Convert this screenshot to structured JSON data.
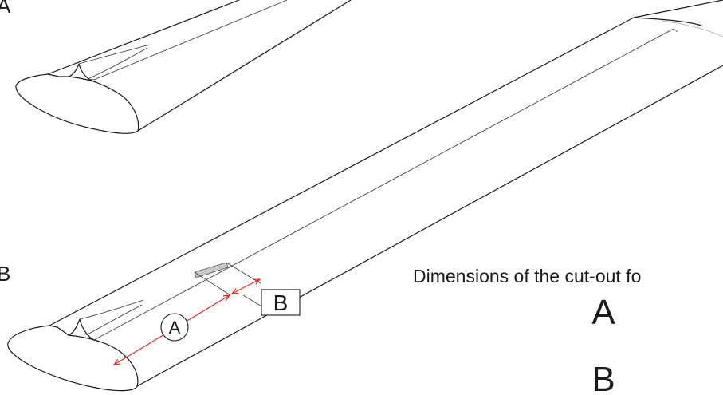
{
  "panel_labels": {
    "top": "A",
    "bottom": "B"
  },
  "callouts": {
    "dimension_a": "A",
    "dimension_b": "B"
  },
  "legend": {
    "heading": "Dimensions of the cut-out fo",
    "items": [
      "A",
      "B"
    ]
  },
  "colors": {
    "outline": "#1a1a1a",
    "dimension_arrow": "#e0281e",
    "cutout_fill": "#c8c8c8"
  }
}
